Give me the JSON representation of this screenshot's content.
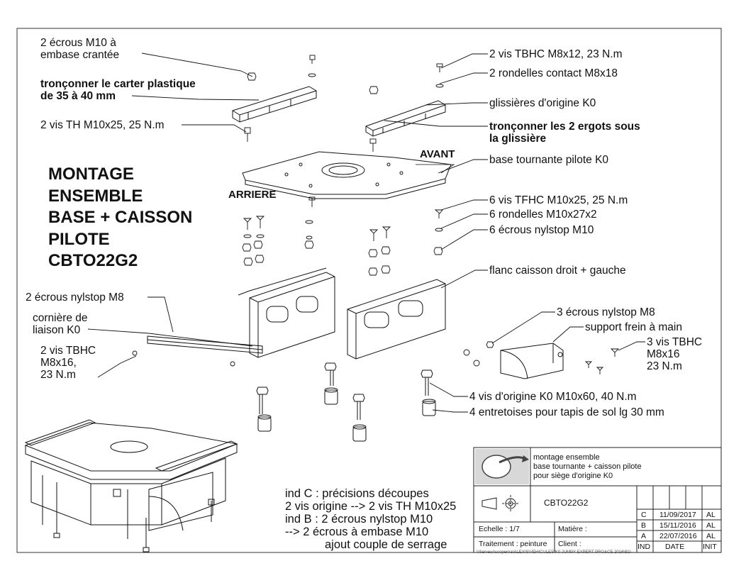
{
  "title_lines": [
    "MONTAGE",
    "ENSEMBLE",
    "BASE + CAISSON",
    "PILOTE",
    "CBTO22G2"
  ],
  "directions": {
    "front": "AVANT",
    "rear": "ARRIERE"
  },
  "callouts": {
    "ecrous_m10_embase_1": "2 écrous M10 à",
    "ecrous_m10_embase_2": "embase crantée",
    "tronconner_carter_1": "tronçonner le carter plastique",
    "tronconner_carter_2": "de 35 à 40 mm",
    "vis_th_m10": "2 vis TH M10x25, 25 N.m",
    "vis_tbhc_m8x12": "2 vis TBHC M8x12, 23 N.m",
    "rondelles_contact": "2 rondelles contact M8x18",
    "glissieres": "glissières d'origine K0",
    "tronconner_ergots_1": "tronçonner les 2 ergots sous",
    "tronconner_ergots_2": "la glissière",
    "base_tournante": "base tournante pilote K0",
    "vis_tfhc": "6 vis TFHC M10x25, 25 N.m",
    "rondelles_m10": "6 rondelles M10x27x2",
    "ecrous_nylstop_m10": "6 écrous nylstop M10",
    "flanc_caisson": "flanc caisson droit + gauche",
    "ecrous_nylstop_m8_2": "2 écrous nylstop M8",
    "corniere_1": "cornière de",
    "corniere_2": "liaison K0",
    "vis_tbhc_m8x16_left_1": "2 vis TBHC",
    "vis_tbhc_m8x16_left_2": "M8x16,",
    "vis_tbhc_m8x16_left_3": "23 N.m",
    "ecrous_nylstop_m8_3": "3 écrous nylstop M8",
    "support_frein": "support frein à main",
    "vis_tbhc_right_1": "3 vis TBHC",
    "vis_tbhc_right_2": "M8x16",
    "vis_tbhc_right_3": "23 N.m",
    "vis_origine_m10x60": "4 vis d'origine K0 M10x60, 40 N.m",
    "entretoises": "4 entretoises pour tapis de sol lg 30 mm"
  },
  "revision_notes": [
    "ind C : précisions découpes",
    "2 vis origine --> 2 vis TH M10x25",
    "ind B : 2 écrous nylstop M10",
    "--> 2 écrous à embase M10",
    "ajout couple de serrage"
  ],
  "title_block": {
    "desc_1": "montage ensemble",
    "desc_2": "base tournante + caisson pilote",
    "desc_3": "pour siège d'origine K0",
    "drawing_number": "CBTO22G2",
    "scale": "Echelle : 1/7",
    "material": "Matière :",
    "treatment": "Traitement : peinture",
    "client": "Client :",
    "revisions": [
      {
        "ind": "C",
        "date": "11/09/2017",
        "init": "AL"
      },
      {
        "ind": "B",
        "date": "15/11/2016",
        "init": "AL"
      },
      {
        "ind": "A",
        "date": "22/07/2016",
        "init": "AL"
      }
    ],
    "col_ind": "IND",
    "col_date": "DATE",
    "col_init": "INIT",
    "file_path": "\\\\Serveur\\scoperna\\ALEXIS\\VEHICULES\\K0 JUMPY EXPERT PROACE 2016\\B1\\"
  }
}
